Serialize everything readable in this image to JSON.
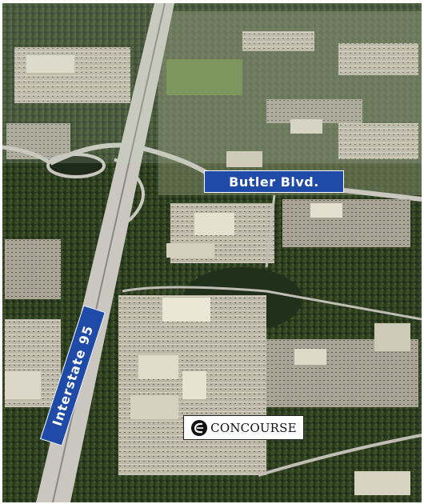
{
  "labels": {
    "butler": "Butler Blvd.",
    "interstate": "Interstate 95",
    "concourse": "CONCOURSE"
  },
  "colors": {
    "label_bg": "#1f4aa8",
    "label_text": "#ffffff",
    "forest": "#2a3a1c",
    "road": "#c9c7bf"
  },
  "icons": {
    "concourse_logo": "stylized-c-logo-icon"
  }
}
